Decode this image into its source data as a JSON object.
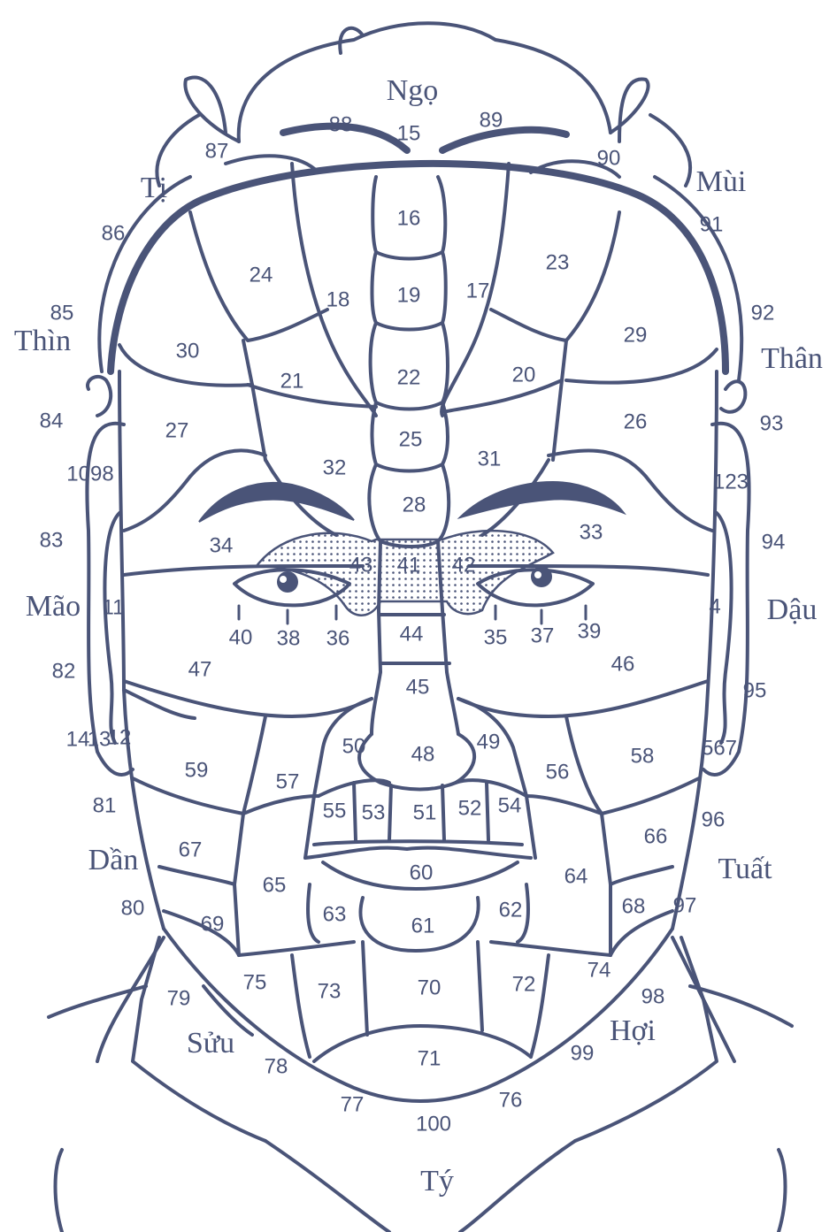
{
  "zone_numbers": [
    "88",
    "15",
    "89",
    "87",
    "90",
    "86",
    "16",
    "91",
    "24",
    "23",
    "19",
    "18",
    "17",
    "85",
    "92",
    "30",
    "29",
    "22",
    "21",
    "20",
    "84",
    "27",
    "26",
    "93",
    "25",
    "31",
    "32",
    "1098",
    "123",
    "28",
    "83",
    "34",
    "33",
    "94",
    "43",
    "41",
    "42",
    "11",
    "4",
    "40",
    "38",
    "36",
    "44",
    "35",
    "37",
    "39",
    "82",
    "47",
    "46",
    "95",
    "45",
    "14",
    "13",
    "12",
    "50",
    "48",
    "49",
    "567",
    "59",
    "57",
    "56",
    "58",
    "55",
    "53",
    "51",
    "52",
    "54",
    "81",
    "96",
    "67",
    "66",
    "60",
    "65",
    "64",
    "80",
    "97",
    "63",
    "61",
    "62",
    "68",
    "69",
    "74",
    "79",
    "75",
    "73",
    "70",
    "72",
    "98",
    "71",
    "78",
    "99",
    "77",
    "76",
    "100"
  ],
  "direction_labels": [
    "Ngọ",
    "Tị",
    "Mùi",
    "Thìn",
    "Thân",
    "Mão",
    "Dậu",
    "Dần",
    "Tuất",
    "Sửu",
    "Hợi",
    "Tý"
  ],
  "colors": {
    "ink": "#4a5478",
    "background": "#ffffff"
  }
}
